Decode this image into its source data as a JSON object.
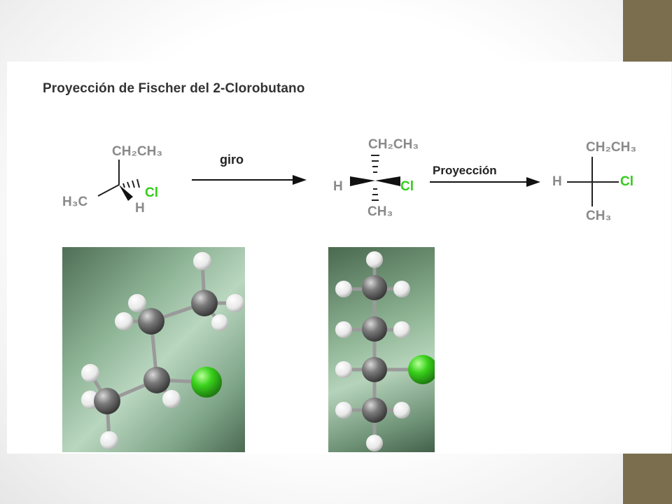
{
  "title": "Proyección de Fischer del 2-Clorobutano",
  "colors": {
    "accent": "#7a6e4e",
    "label_gray": "#8a8a8a",
    "chlorine_green": "#33cc1a",
    "carbon": "#6f6f6f",
    "hydrogen": "#f2f2f2"
  },
  "structures": {
    "wedge": {
      "top_group": "CH₂CH₃",
      "left_group": "H₃C",
      "bottom_group": "H",
      "right_group": "Cl"
    },
    "arrow1_label": "giro",
    "sawhorse": {
      "top_group": "CH₂CH₃",
      "left_group": "H",
      "right_group": "Cl",
      "bottom_group": "CH₃"
    },
    "arrow2_label": "Proyección",
    "fischer": {
      "top_group": "CH₂CH₃",
      "left_group": "H",
      "right_group": "Cl",
      "bottom_group": "CH₃"
    }
  },
  "models": [
    {
      "name": "ball-and-stick model, staggered"
    },
    {
      "name": "ball-and-stick model, vertical"
    }
  ]
}
